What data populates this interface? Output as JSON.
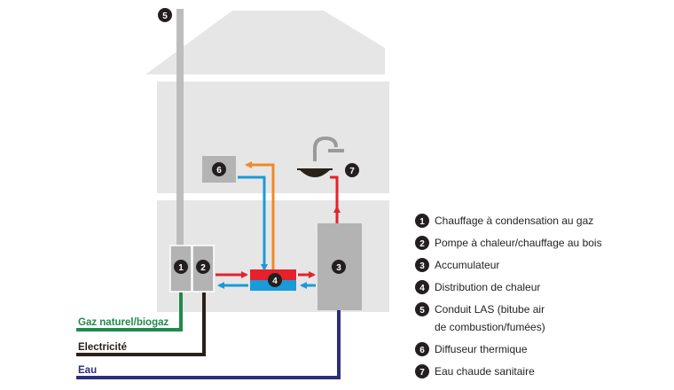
{
  "colors": {
    "house": "#e6e6e6",
    "roof": "#e6e6e6",
    "equipment": "#b3b3b3",
    "equipment_outline": "#ffffff",
    "pipe_grey": "#bdbdbd",
    "gas": "#1f8a4c",
    "electricity": "#2a2119",
    "water": "#2b2f7a",
    "hot": "#e4222b",
    "cold": "#1a9ad9",
    "orange": "#f08a24",
    "badge": "#231f20"
  },
  "numbers": {
    "boiler": "1",
    "heat_pump": "2",
    "storage": "3",
    "distribution": "4",
    "flue": "5",
    "radiator": "6",
    "shower": "7"
  },
  "supply_labels": {
    "gas": "Gaz naturel/biogaz",
    "electricity": "Electricité",
    "water": "Eau"
  },
  "legend": [
    {
      "num": "1",
      "lines": [
        "Chauffage à condensation au gaz"
      ]
    },
    {
      "num": "2",
      "lines": [
        "Pompe à chaleur/chauffage au bois"
      ]
    },
    {
      "num": "3",
      "lines": [
        "Accumulateur"
      ]
    },
    {
      "num": "4",
      "lines": [
        "Distribution de chaleur"
      ]
    },
    {
      "num": "5",
      "lines": [
        "Conduit LAS (bitube air",
        "de combustion/fumées)"
      ]
    },
    {
      "num": "6",
      "lines": [
        "Diffuseur thermique"
      ]
    },
    {
      "num": "7",
      "lines": [
        "Eau chaude sanitaire"
      ]
    }
  ],
  "icons": {
    "shower": "shower-icon",
    "arrow": "arrow-icon"
  }
}
